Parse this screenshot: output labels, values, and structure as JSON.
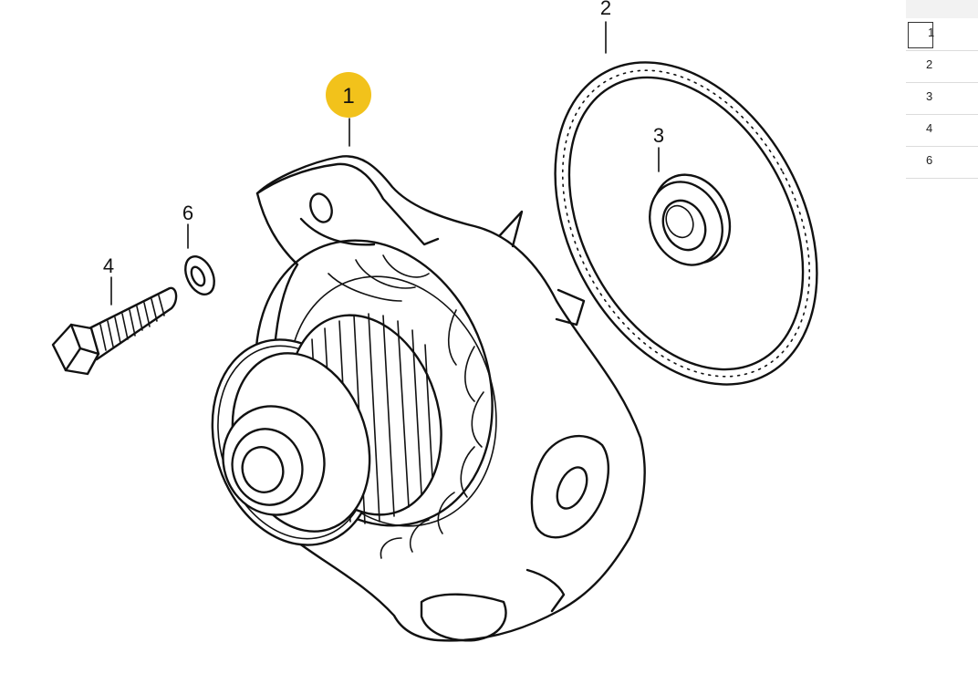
{
  "diagram": {
    "callouts": [
      {
        "id": "1",
        "label": "1",
        "highlighted": true
      },
      {
        "id": "2",
        "label": "2"
      },
      {
        "id": "3",
        "label": "3"
      },
      {
        "id": "4",
        "label": "4"
      },
      {
        "id": "6",
        "label": "6"
      }
    ],
    "highlight_color": "#f2c21b"
  },
  "parts_list": {
    "rows": [
      "1",
      "2",
      "3",
      "4",
      "6"
    ]
  }
}
